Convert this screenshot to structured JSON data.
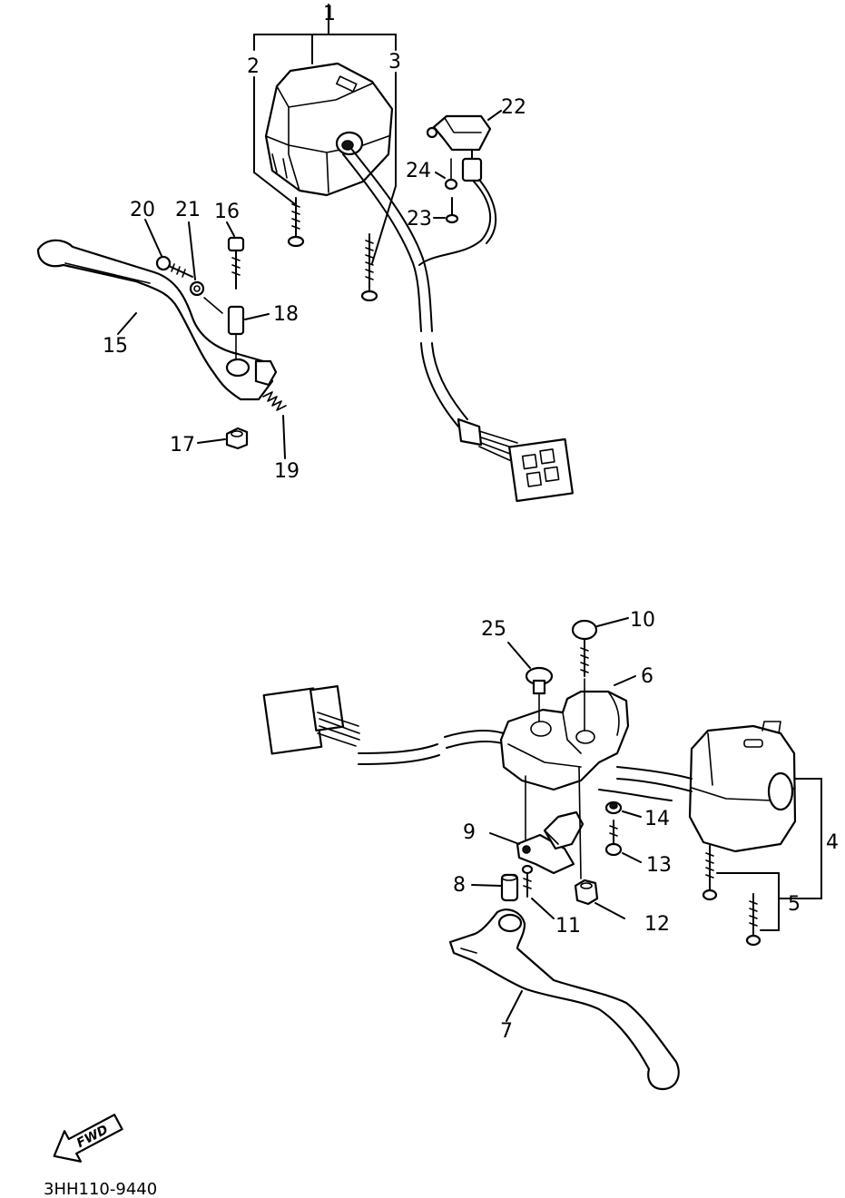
{
  "diagram": {
    "part_labels": {
      "p1": "1",
      "p2": "2",
      "p3": "3",
      "p4": "4",
      "p5": "5",
      "p6": "6",
      "p7": "7",
      "p8": "8",
      "p9": "9",
      "p10": "10",
      "p11": "11",
      "p12": "12",
      "p13": "13",
      "p14": "14",
      "p15": "15",
      "p16": "16",
      "p17": "17",
      "p18": "18",
      "p19": "19",
      "p20": "20",
      "p21": "21",
      "p22": "22",
      "p23": "23",
      "p24": "24",
      "p25": "25"
    },
    "fwd_label": "FWD",
    "diagram_code": "3HH110-9440"
  }
}
